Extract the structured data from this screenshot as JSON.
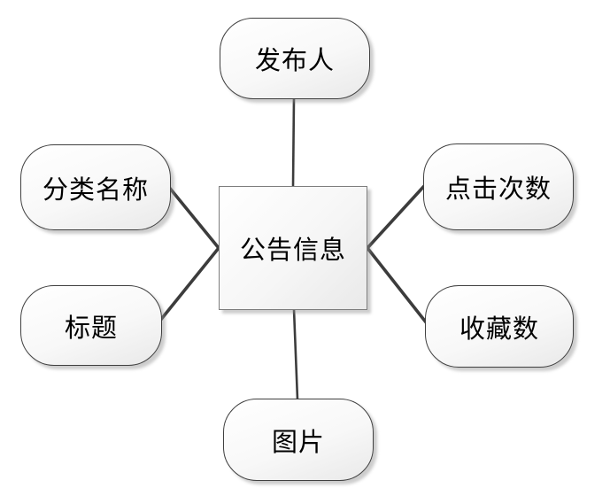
{
  "diagram": {
    "center": {
      "label": "公告信息"
    },
    "nodes": [
      {
        "id": "publisher",
        "label": "发布人",
        "position": "top"
      },
      {
        "id": "category-name",
        "label": "分类名称",
        "position": "upper-left"
      },
      {
        "id": "title",
        "label": "标题",
        "position": "lower-left"
      },
      {
        "id": "click-count",
        "label": "点击次数",
        "position": "upper-right"
      },
      {
        "id": "favorite-count",
        "label": "收藏数",
        "position": "lower-right"
      },
      {
        "id": "image",
        "label": "图片",
        "position": "bottom"
      }
    ],
    "colors": {
      "background": "#ffffff",
      "connector_line": "#3c3c3c",
      "node_border": "#404040",
      "entity_border": "#7d7d7d",
      "node_fill_top": "#ffffff",
      "node_fill_bottom": "#e9e9e9",
      "shadow": "#919191",
      "text": "#000000"
    }
  }
}
